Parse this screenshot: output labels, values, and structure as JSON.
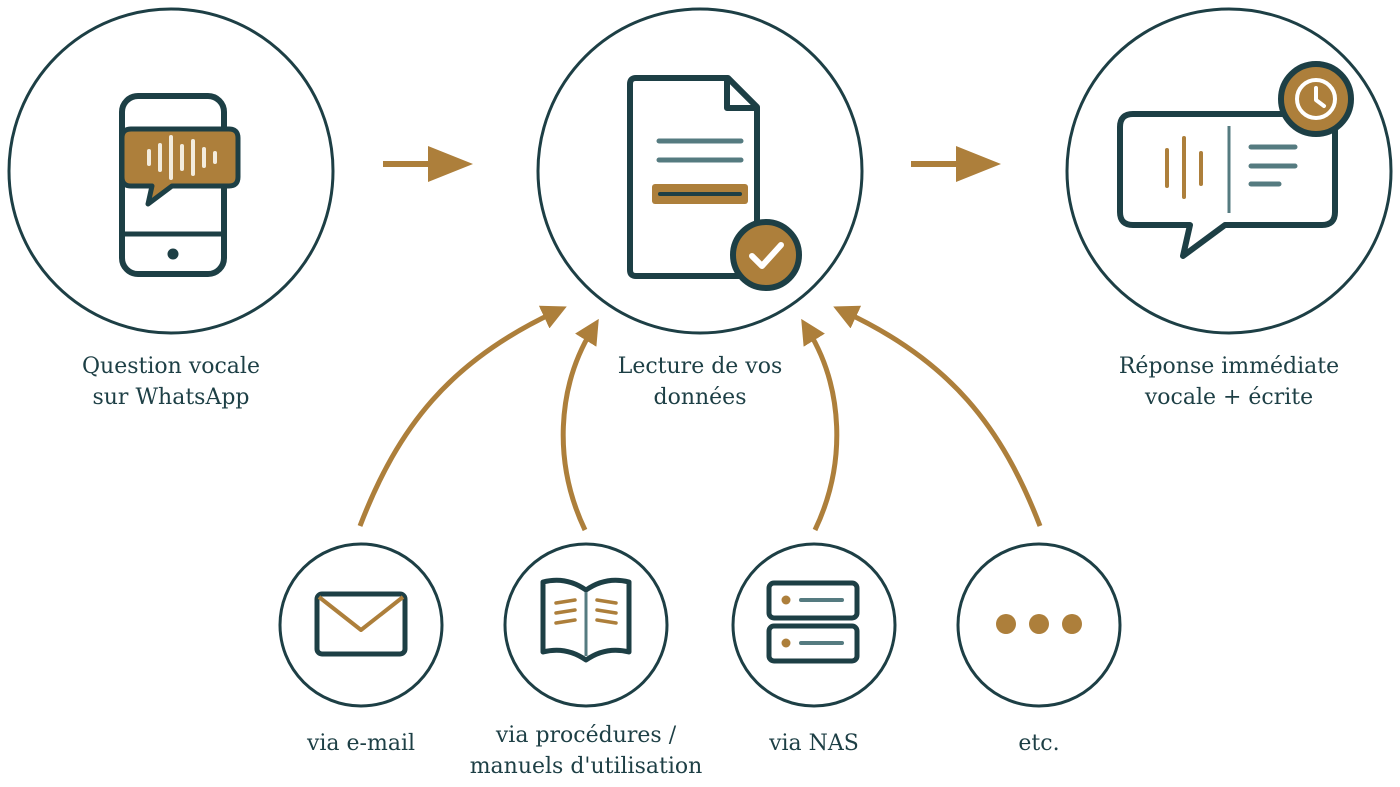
{
  "colors": {
    "dark": "#1d3f45",
    "gold": "#ad7f3b",
    "cream": "#f3ecdd",
    "grey": "#557b80",
    "white": "#ffffff"
  },
  "steps": {
    "question": {
      "label_line1": "Question vocale",
      "label_line2": "sur WhatsApp",
      "icon": "phone-voice-message-icon"
    },
    "reading": {
      "label_line1": "Lecture de vos",
      "label_line2": "données",
      "icon": "document-check-icon"
    },
    "response": {
      "label_line1": "Réponse immédiate",
      "label_line2": "vocale + écrite",
      "icon": "voice-text-response-clock-icon"
    }
  },
  "sources": {
    "email": {
      "label_line1": "via e-mail",
      "icon": "envelope-icon"
    },
    "procedures": {
      "label_line1": "via procédures /",
      "label_line2": "manuels d'utilisation",
      "icon": "open-book-icon"
    },
    "nas": {
      "label_line1": "via NAS",
      "icon": "server-icon"
    },
    "etc": {
      "label_line1": "etc.",
      "icon": "ellipsis-icon"
    }
  }
}
